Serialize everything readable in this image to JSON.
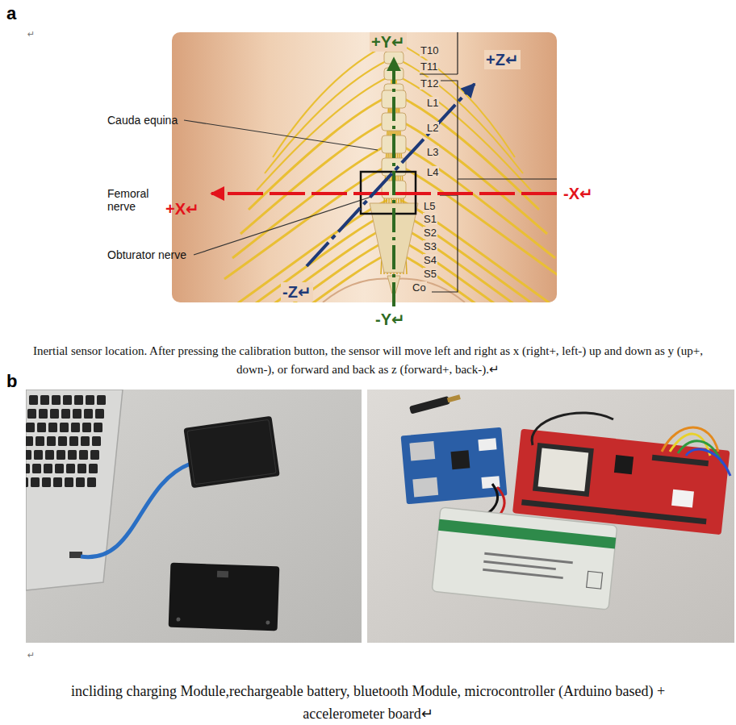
{
  "diagram": {
    "labels": [
      "a",
      "↵",
      "+Y↵",
      "T10",
      "T11",
      "T12",
      "+Z↵",
      "Cauda equina",
      "L1",
      "L2",
      "L3",
      "L4",
      "Femoral nerve",
      "+X↵",
      "-X↵",
      "L5",
      "S1",
      "S2",
      "S3",
      "S4",
      "S5",
      "Obturator nerve",
      "-Z↵",
      "Co",
      "-Y↵",
      "Inertial sensor location. After pressing the calibration button, the sensor will move left and right as x (right+, left-) up and down as y (up+, down-), or forward and back as z (forward+, back-).↵",
      "b",
      "↵",
      "incliding charging Module,rechargeable battery, bluetooth Module, microcontroller (Arduino based) + accelerometer board↵"
    ]
  }
}
